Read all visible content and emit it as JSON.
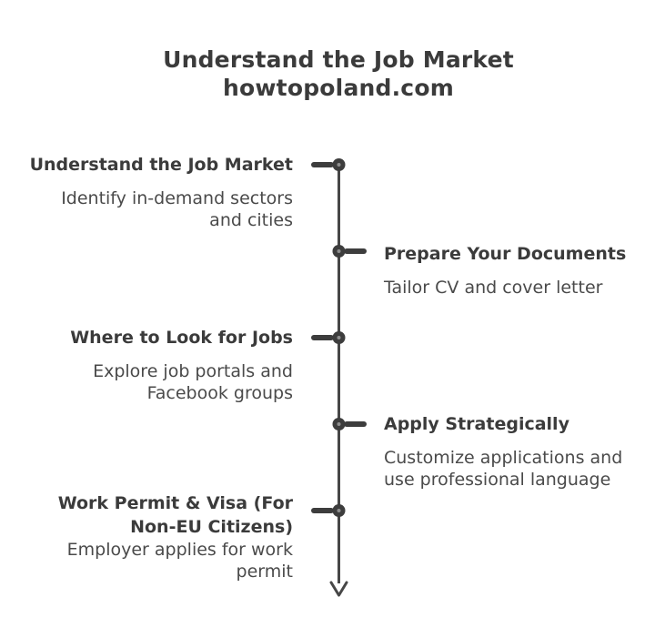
{
  "colors": {
    "ink": "#3d3d3d",
    "title_text": "#3b3b3b",
    "subtitle_text": "#4a4a4a",
    "axis_line": "#474747",
    "node_fill": "#3d3d3d",
    "node_center_dot": "#8f8f8f",
    "background": "#ffffff"
  },
  "header": {
    "title_lines": [
      "Understand the Job Market",
      "howtopoland.com"
    ]
  },
  "timeline": {
    "type": "vertical-timeline",
    "terminator": "down-arrow",
    "items": [
      {
        "side": "left",
        "title_lines": [
          "Understand the Job Market"
        ],
        "subtitle_lines": [
          "Identify in-demand sectors",
          "and cities"
        ]
      },
      {
        "side": "right",
        "title_lines": [
          "Prepare Your Documents"
        ],
        "subtitle_lines": [
          "Tailor CV and cover letter"
        ]
      },
      {
        "side": "left",
        "title_lines": [
          "Where to Look for Jobs"
        ],
        "subtitle_lines": [
          "Explore job portals and",
          "Facebook groups"
        ]
      },
      {
        "side": "right",
        "title_lines": [
          "Apply Strategically"
        ],
        "subtitle_lines": [
          "Customize applications and",
          "use professional language"
        ]
      },
      {
        "side": "left",
        "title_lines": [
          "Work Permit & Visa (For",
          "Non-EU Citizens)"
        ],
        "subtitle_lines": [
          "Employer applies for work",
          "permit"
        ]
      }
    ]
  }
}
